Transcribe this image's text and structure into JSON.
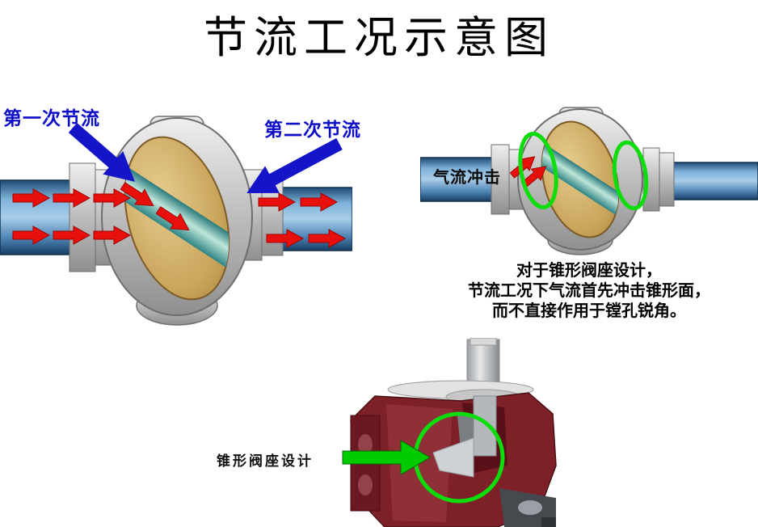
{
  "title": "节流工况示意图",
  "left_diagram": {
    "first_throttle_label": "第一次节流",
    "second_throttle_label": "第二次节流"
  },
  "right_diagram": {
    "impact_label": "气流冲击",
    "caption_line1": "对于锥形阀座设计，",
    "caption_line2": "节流工况下气流首先冲击锥形面，",
    "caption_line3": "而不直接作用于镗孔锐角。"
  },
  "bottom_diagram": {
    "seat_label": "锥形阀座设计"
  },
  "colors": {
    "label_blue": "#1414c8",
    "arrow_red": "#e8100c",
    "highlight_green": "#0ddd0d",
    "pipe_blue": "#4d84b4",
    "ball_tan": "#c9a55c",
    "valve_gray": "#bdbdbd",
    "body_maroon": "#7e2028",
    "background": "#ffffff"
  }
}
